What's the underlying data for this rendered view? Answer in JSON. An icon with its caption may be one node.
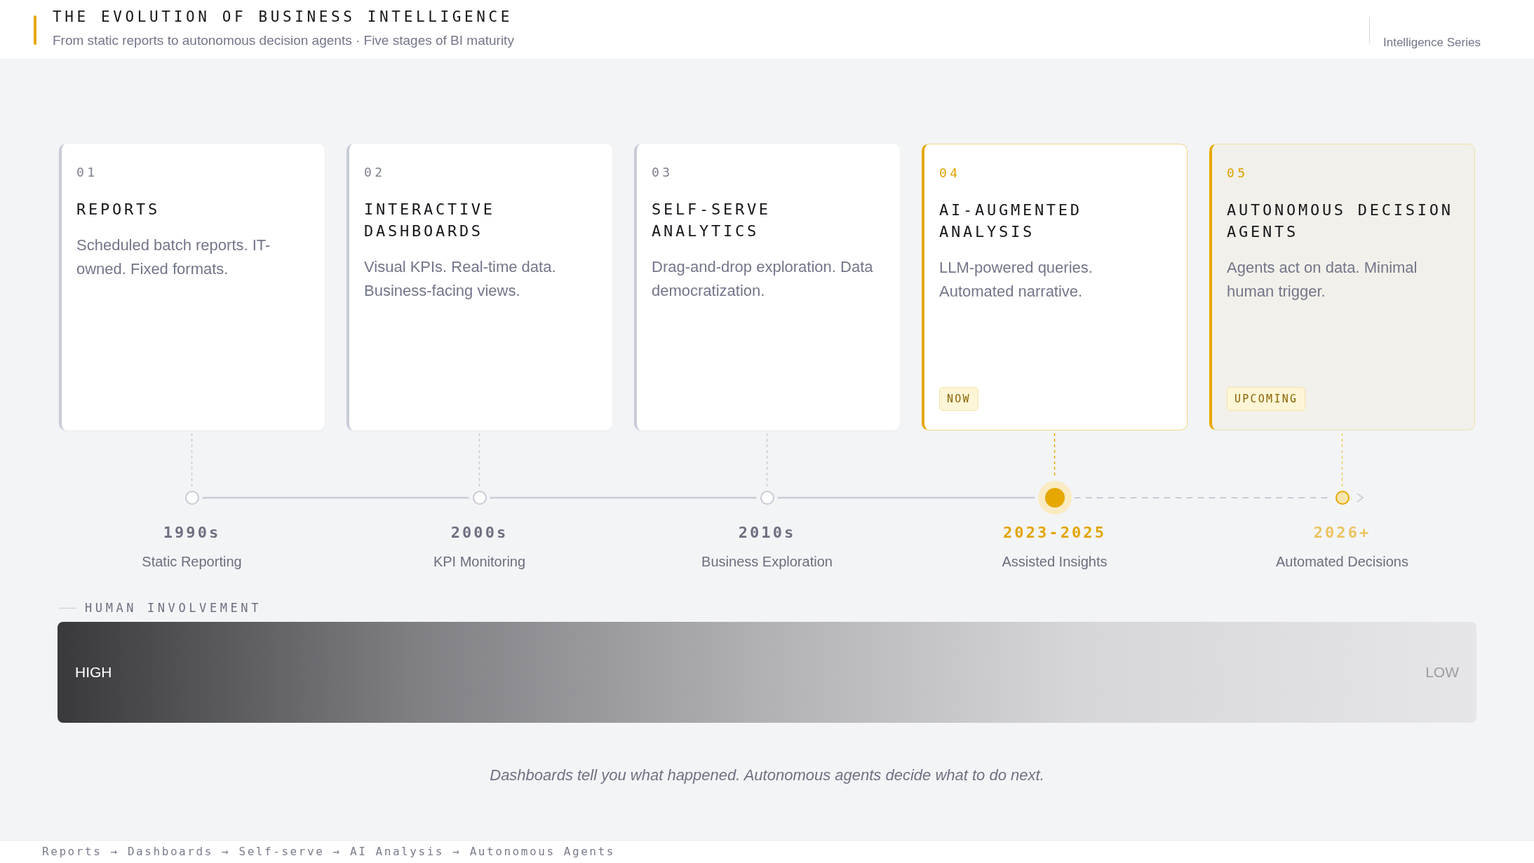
{
  "diagram": {
    "title": "THE EVOLUTION OF BUSINESS INTELLIGENCE",
    "caption": "Dashboards tell you what happened. Autonomous agents decide what to do next.",
    "nodes": [
      {
        "text": [
          "01",
          "REPORTS",
          "Scheduled batch reports. IT-owned. Fixed formats."
        ]
      },
      {
        "text": [
          "02",
          "INTERACTIVE DASHBOARDS",
          "Visual KPIs. Real-time data. Business-facing views."
        ]
      },
      {
        "text": [
          "03",
          "SELF-SERVE ANALYTICS",
          "Drag-and-drop exploration. Data democratization."
        ]
      },
      {
        "text": [
          "04",
          "AI-AUGMENTED ANALYSIS",
          "LLM-powered queries. Automated narrative."
        ]
      },
      {
        "text": [
          "NOW"
        ],
        "in": 3
      },
      {
        "text": [
          "05",
          "AUTONOMOUS DECISION AGENTS",
          "Agents act on data. Minimal human trigger."
        ]
      },
      {
        "text": [
          "UPCOMING"
        ],
        "in": 5
      },
      {
        "text": [],
        "shape": "circle",
        "beside": [
          "1990s",
          "Static Reporting"
        ]
      },
      {
        "text": [],
        "shape": "circle",
        "beside": [
          "2000s",
          "KPI Monitoring"
        ]
      },
      {
        "text": [],
        "shape": "circle",
        "beside": [
          "2010s",
          "Business Exploration"
        ]
      },
      {
        "text": [],
        "shape": "circle",
        "beside": [
          "2023-2025",
          "Assisted Insights"
        ]
      },
      {
        "text": [],
        "shape": "circle",
        "beside": [
          "2026+",
          "Automated Decisions"
        ]
      },
      {
        "text": [
          "HIGH",
          "LOW"
        ],
        "beside": [
          "HUMAN INVOLVEMENT"
        ]
      }
    ],
    "edges": [
      {
        "from": 0,
        "to": 7,
        "arrow": "none",
        "style": "dashed"
      },
      {
        "from": 1,
        "to": 8,
        "arrow": "none",
        "style": "dashed"
      },
      {
        "from": 2,
        "to": 9,
        "arrow": "none",
        "style": "dashed"
      },
      {
        "from": 3,
        "to": 10,
        "arrow": "none",
        "style": "dashed",
        "color": "#e6a800"
      },
      {
        "from": 5,
        "to": 11,
        "arrow": "none",
        "style": "dashed",
        "color": "#f0cd6a"
      },
      {
        "from": 7,
        "to": 8,
        "arrow": "none"
      },
      {
        "from": 8,
        "to": 9,
        "arrow": "none"
      },
      {
        "from": 9,
        "to": 10,
        "arrow": "none"
      },
      {
        "from": 10,
        "to": 11,
        "arrow": "none",
        "style": "dashed"
      }
    ],
    "labels": [
      "From static reports to autonomous decision agents · Five stages of BI maturity",
      "Intelligence Series",
      "Reports → Dashboards → Self-serve → AI Analysis → Autonomous Agents"
    ]
  }
}
